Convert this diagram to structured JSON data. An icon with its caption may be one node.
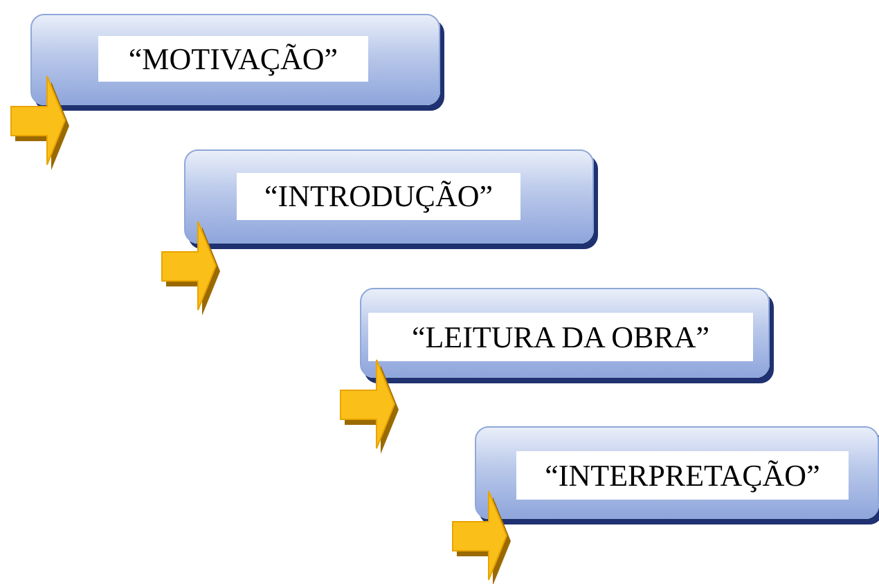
{
  "diagram": {
    "nodes": [
      {
        "text": [
          "“MOTIVAÇÃO”"
        ]
      },
      {
        "text": [
          "“INTRODUÇÃO”"
        ]
      },
      {
        "text": [
          "“LEITURA DA OBRA”"
        ]
      },
      {
        "text": [
          "“INTERPRETAÇÃO”"
        ]
      }
    ]
  }
}
